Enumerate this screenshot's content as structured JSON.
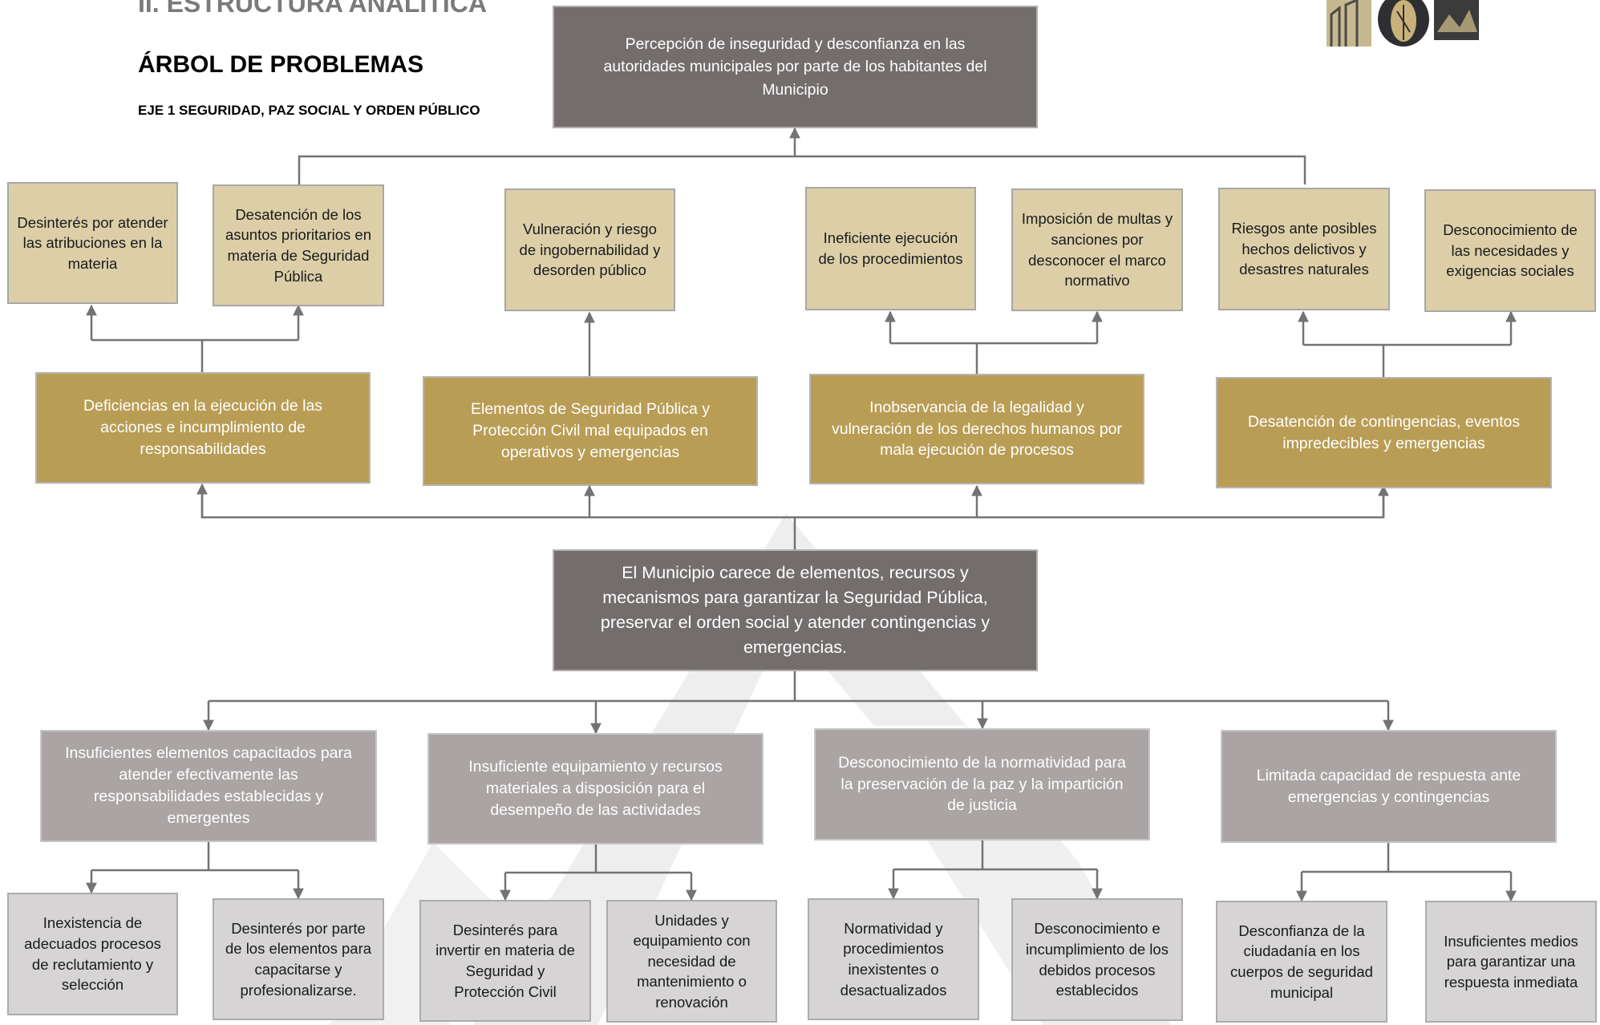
{
  "header": {
    "section_title": "II. ESTRUCTURA ANALÍTICA",
    "tree_title": "ÁRBOL DE PROBLEMAS",
    "eje": "EJE 1 SEGURIDAD, PAZ SOCIAL Y ORDEN PÚBLICO"
  },
  "colors": {
    "dark_gray": "#736e6d",
    "gold": "#b99d55",
    "beige": "#dccfa8",
    "mid_gray": "#aaa5a4",
    "light_gray": "#d6d4d4",
    "connector": "#737373"
  },
  "tree": {
    "top_effect": "Percepción de inseguridad y desconfianza en las autoridades municipales por parte de los habitantes del Municipio",
    "effects": [
      "Desinterés por atender las atribuciones en la materia",
      "Desatención de los asuntos prioritarios en materia de Seguridad Pública",
      "Vulneración y riesgo de ingobernabilidad y desorden público",
      "Ineficiente ejecución de los procedimientos",
      "Imposición de multas y sanciones por desconocer el marco normativo",
      "Riesgos ante posibles hechos delictivos y desastres naturales",
      "Desconocimiento de las necesidades y exigencias sociales"
    ],
    "mid_effects": [
      "Deficiencias en la ejecución de las acciones e incumplimiento de responsabilidades",
      "Elementos de Seguridad Pública y Protección Civil mal equipados en operativos y emergencias",
      "Inobservancia de la legalidad y vulneración de los derechos humanos por mala ejecución de procesos",
      "Desatención de contingencias, eventos impredecibles y emergencias"
    ],
    "core_problem": "El Municipio carece de elementos, recursos y mecanismos para garantizar la Seguridad Pública, preservar el orden social y atender contingencias y emergencias.",
    "mid_causes": [
      "Insuficientes elementos capacitados para atender efectivamente las responsabilidades establecidas y emergentes",
      "Insuficiente equipamiento y recursos materiales a disposición para el desempeño de las actividades",
      "Desconocimiento de la normatividad para la preservación de la paz y la impartición de justicia",
      "Limitada capacidad de respuesta ante emergencias y contingencias"
    ],
    "causes": [
      "Inexistencia de adecuados procesos de reclutamiento y selección",
      "Desinterés por parte de los elementos para capacitarse y profesionalizarse.",
      "Desinterés para invertir en materia de Seguridad y Protección Civil",
      "Unidades y equipamiento con necesidad de mantenimiento o renovación",
      "Normatividad y procedimientos inexistentes o desactualizados",
      "Desconocimiento e incumplimiento de los debidos procesos establecidos",
      "Desconfianza de la ciudadanía en los cuerpos de seguridad municipal",
      "Insuficientes medios para garantizar una respuesta inmediata"
    ]
  }
}
